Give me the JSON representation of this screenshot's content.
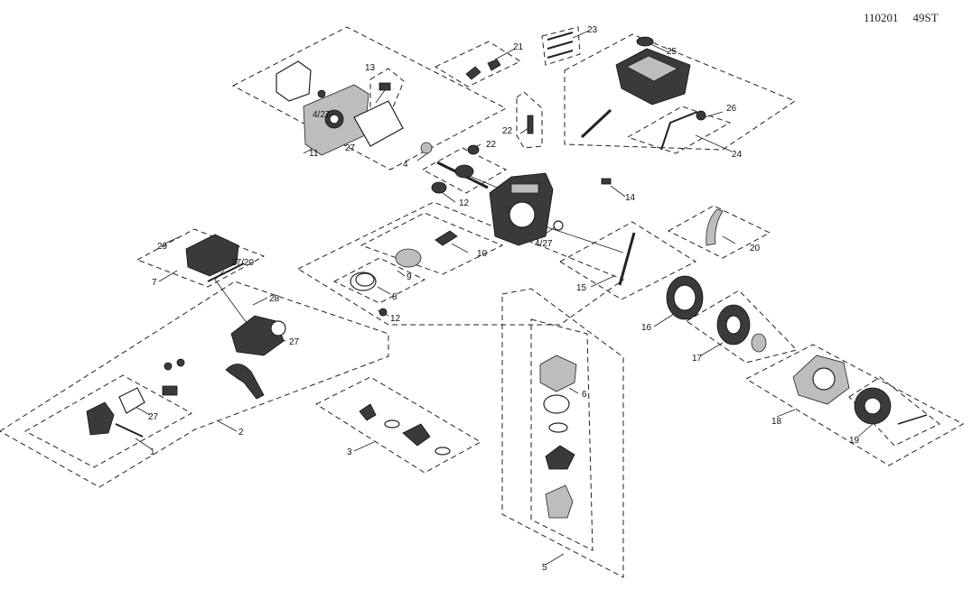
{
  "header": {
    "drawing_number": "110201",
    "model": "49ST"
  },
  "callouts": {
    "c1": "1",
    "c2": "2",
    "c3": "3",
    "c4a": "4/27",
    "c4b": "4",
    "c4c": "4/27",
    "c5": "5",
    "c6": "6",
    "c7": "7",
    "c8": "8",
    "c9": "9",
    "c10": "10",
    "c11": "11",
    "c12a": "12",
    "c12b": "12",
    "c13": "13",
    "c14": "14",
    "c15": "15",
    "c16": "16",
    "c17": "17",
    "c18": "18",
    "c19": "19",
    "c20": "20",
    "c21": "21",
    "c22a": "22",
    "c22b": "22",
    "c23": "23",
    "c24": "24",
    "c25": "25",
    "c26": "26",
    "c27a": "27",
    "c27b": "27",
    "c27c": "27",
    "c2729": "27/29",
    "c28": "28",
    "c29": "29"
  }
}
